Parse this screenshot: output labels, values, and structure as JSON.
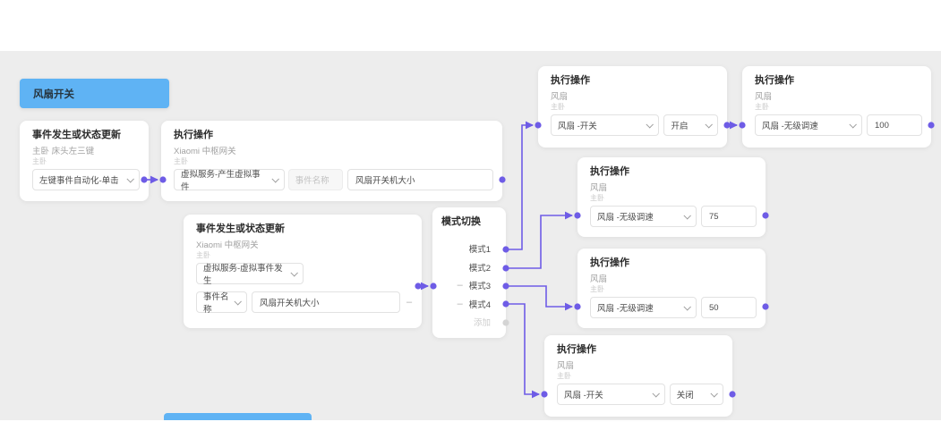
{
  "accent": "#6e5ce6",
  "header_blue": "#5fb3f4",
  "scene": {
    "title": "风扇开关"
  },
  "nodes": {
    "trigger_button": {
      "title": "事件发生或状态更新",
      "device": "主卧 床头左三键",
      "room": "主卧",
      "event_select": "左键事件自动化-单击"
    },
    "action_create_event": {
      "title": "执行操作",
      "device": "Xiaomi 中枢网关",
      "room": "主卧",
      "service_select": "虚拟服务-产生虚拟事件",
      "event_name_label": "事件名称",
      "event_value": "风扇开关机大小"
    },
    "trigger_virtual_event": {
      "title": "事件发生或状态更新",
      "device": "Xiaomi 中枢网关",
      "room": "主卧",
      "service_select": "虚拟服务-虚拟事件发生",
      "event_name_select": "事件名称",
      "event_value": "风扇开关机大小",
      "remove_label": "–"
    },
    "mode_switch": {
      "title": "模式切换",
      "modes": [
        "模式1",
        "模式2",
        "模式3",
        "模式4"
      ],
      "remove_label": "–",
      "add_label": "添加"
    },
    "fan_on": {
      "title": "执行操作",
      "device": "风扇",
      "room": "主卧",
      "prop_select": "风扇 -开关",
      "value": "开启"
    },
    "fan_speed_100": {
      "title": "执行操作",
      "device": "风扇",
      "room": "主卧",
      "prop_select": "风扇 -无级调速",
      "value": "100"
    },
    "fan_speed_75": {
      "title": "执行操作",
      "device": "风扇",
      "room": "主卧",
      "prop_select": "风扇 -无级调速",
      "value": "75"
    },
    "fan_speed_50": {
      "title": "执行操作",
      "device": "风扇",
      "room": "主卧",
      "prop_select": "风扇 -无级调速",
      "value": "50"
    },
    "fan_off": {
      "title": "执行操作",
      "device": "风扇",
      "room": "主卧",
      "prop_select": "风扇 -开关",
      "value": "关闭"
    }
  }
}
